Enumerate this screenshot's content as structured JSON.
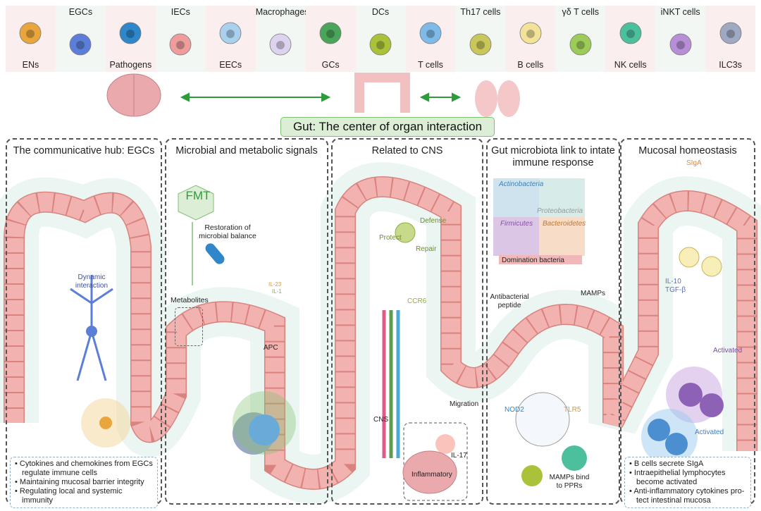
{
  "legend": [
    {
      "label": "ENs",
      "pos": "bottom",
      "icon": "enteric-neuron-icon",
      "color": "#e8a63c"
    },
    {
      "label": "EGCs",
      "pos": "top",
      "icon": "glial-cell-icon",
      "color": "#5b7fd8"
    },
    {
      "label": "Pathogens",
      "pos": "bottom",
      "icon": "bacteria-icon",
      "color": "#2f86c9"
    },
    {
      "label": "IECs",
      "pos": "top",
      "icon": "epithelial-cell-icon",
      "color": "#ef9c9c"
    },
    {
      "label": "EECs",
      "pos": "bottom",
      "icon": "enteroendocrine-cell-icon",
      "color": "#a9d1ee"
    },
    {
      "label": "Macrophages",
      "pos": "top",
      "icon": "macrophage-icon",
      "color": "#ddd3ee"
    },
    {
      "label": "GCs",
      "pos": "bottom",
      "icon": "goblet-cell-icon",
      "color": "#4aa55a"
    },
    {
      "label": "DCs",
      "pos": "top",
      "icon": "dendritic-cell-icon",
      "color": "#a9c23a"
    },
    {
      "label": "T cells",
      "pos": "bottom",
      "icon": "t-cell-icon",
      "color": "#7fbbe8"
    },
    {
      "label": "Th17 cells",
      "pos": "top",
      "icon": "th17-cell-icon",
      "color": "#c9c65a"
    },
    {
      "label": "B cells",
      "pos": "bottom",
      "icon": "b-cell-icon",
      "color": "#f3e39a"
    },
    {
      "label": "γδ T cells",
      "pos": "top",
      "icon": "gd-t-cell-icon",
      "color": "#9dcb5a"
    },
    {
      "label": "NK cells",
      "pos": "bottom",
      "icon": "nk-cell-icon",
      "color": "#4cc09c"
    },
    {
      "label": "iNKT cells",
      "pos": "top",
      "icon": "inkt-cell-icon",
      "color": "#b78fd6"
    },
    {
      "label": "ILC3s",
      "pos": "bottom",
      "icon": "ilc3-icon",
      "color": "#9fa9c2"
    }
  ],
  "organs": {
    "brain": "brain-icon",
    "gut": "intestine-icon",
    "lung": "lung-icon",
    "arrow_color": "#2e9b3a"
  },
  "title": "Gut: The center of organ interaction",
  "panels": [
    {
      "title": "The communicative hub: EGCs",
      "labels": {
        "dynamic": "Dynamic interaction"
      },
      "notes": [
        "Cytokines and chemokines from EGCs regulate immune cells",
        "Maintaining mucosal barrier integrity",
        "Regulating local and systemic immunity"
      ]
    },
    {
      "title": "Microbial and metabolic signals",
      "labels": {
        "fmt": "FMT",
        "restoration": "Restoration of microbial balance",
        "il23": "IL-23",
        "il1": "IL-1",
        "metabolites": "Metabolites",
        "apc": "APC"
      }
    },
    {
      "title": "Related to CNS",
      "labels": {
        "defense": "Defense",
        "protect": "Protect",
        "repair": "Repair",
        "ccr6": "CCR6",
        "cns": "CNS",
        "migration": "Migration",
        "il17": "IL-17",
        "inflammatory": "Inflammatory"
      }
    },
    {
      "title": "Gut microbiota link to intate immune response",
      "labels": {
        "actino": "Actinobacteria",
        "proteo": "Proteobacteria",
        "firmi": "Firmicutes",
        "bactero": "Bacteroidetes",
        "domination": "Domination bacteria",
        "antibacterial": "Antibacterial peptide",
        "mamps": "MAMPs",
        "nod2": "NOD2",
        "tlr5": "TLR5",
        "bind": "MAMPs bind to PPRs"
      }
    },
    {
      "title": "Mucosal homeostasis",
      "labels": {
        "siga": "SIgA",
        "il10": "IL-10",
        "tgfb": "TGF-β",
        "activated1": "Activated",
        "activated2": "Activated"
      },
      "notes": [
        "B cells secrete SIgA",
        "Intraepithelial lymphocytes become activated",
        "Anti-inflammatory cytokines pro- tect  intestinal mucosa"
      ]
    }
  ],
  "colors": {
    "epithelium": "#f2b3b0",
    "epithelium_border": "#d9837f",
    "lumen": "#e6f3ee",
    "title_bg": "#dcefd6"
  }
}
